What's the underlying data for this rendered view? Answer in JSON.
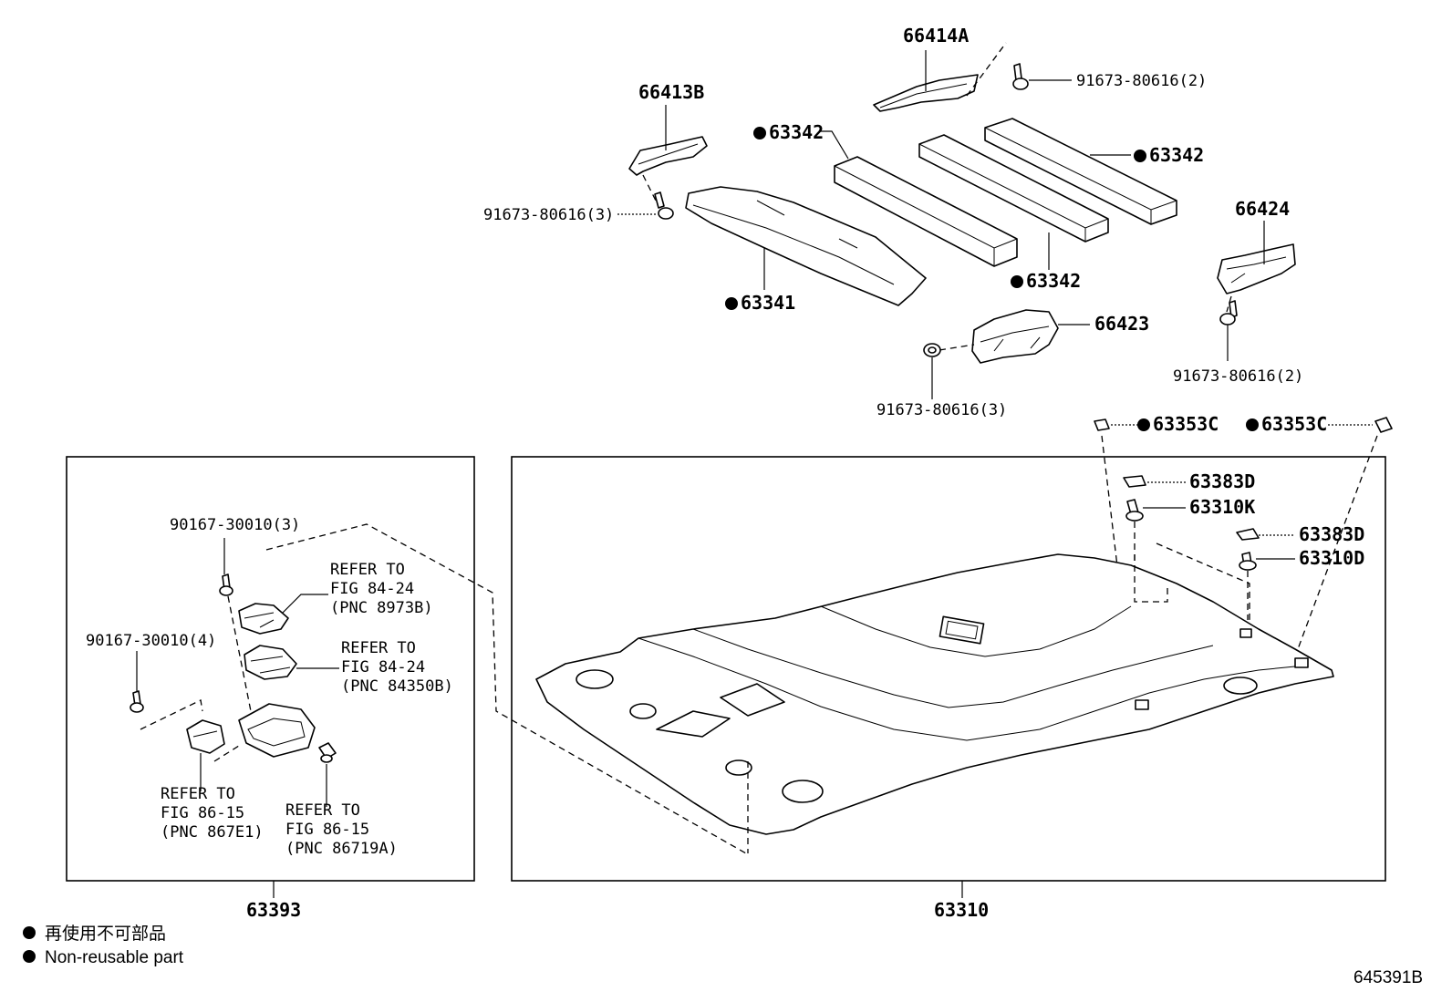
{
  "parts": {
    "p66414A": "66414A",
    "p91673_a": "91673-80616(2)",
    "p66413B": "66413B",
    "p63342_a": "63342",
    "p63342_b": "63342",
    "p63342_c": "63342",
    "p91673_b": "91673-80616(3)",
    "p66424": "66424",
    "p63341": "63341",
    "p66423": "66423",
    "p91673_c": "91673-80616(2)",
    "p91673_d": "91673-80616(3)",
    "p63353C_a": "63353C",
    "p63353C_b": "63353C",
    "p63383D_a": "63383D",
    "p63310K": "63310K",
    "p63383D_b": "63383D",
    "p63310D": "63310D",
    "p63393": "63393",
    "p63310": "63310"
  },
  "left_box": {
    "p90167_a": "90167-30010(3)",
    "p90167_b": "90167-30010(4)",
    "ref1": [
      "REFER TO",
      "FIG 84-24",
      "(PNC 8973B)"
    ],
    "ref2": [
      "REFER TO",
      "FIG 84-24",
      "(PNC 84350B)"
    ],
    "ref3": [
      "REFER TO",
      "FIG 86-15",
      "(PNC 867E1)"
    ],
    "ref4": [
      "REFER TO",
      "FIG 86-15",
      "(PNC 86719A)"
    ]
  },
  "legend": {
    "line1": "再使用不可部品",
    "line2": "Non-reusable part"
  },
  "figure_id": "645391B"
}
